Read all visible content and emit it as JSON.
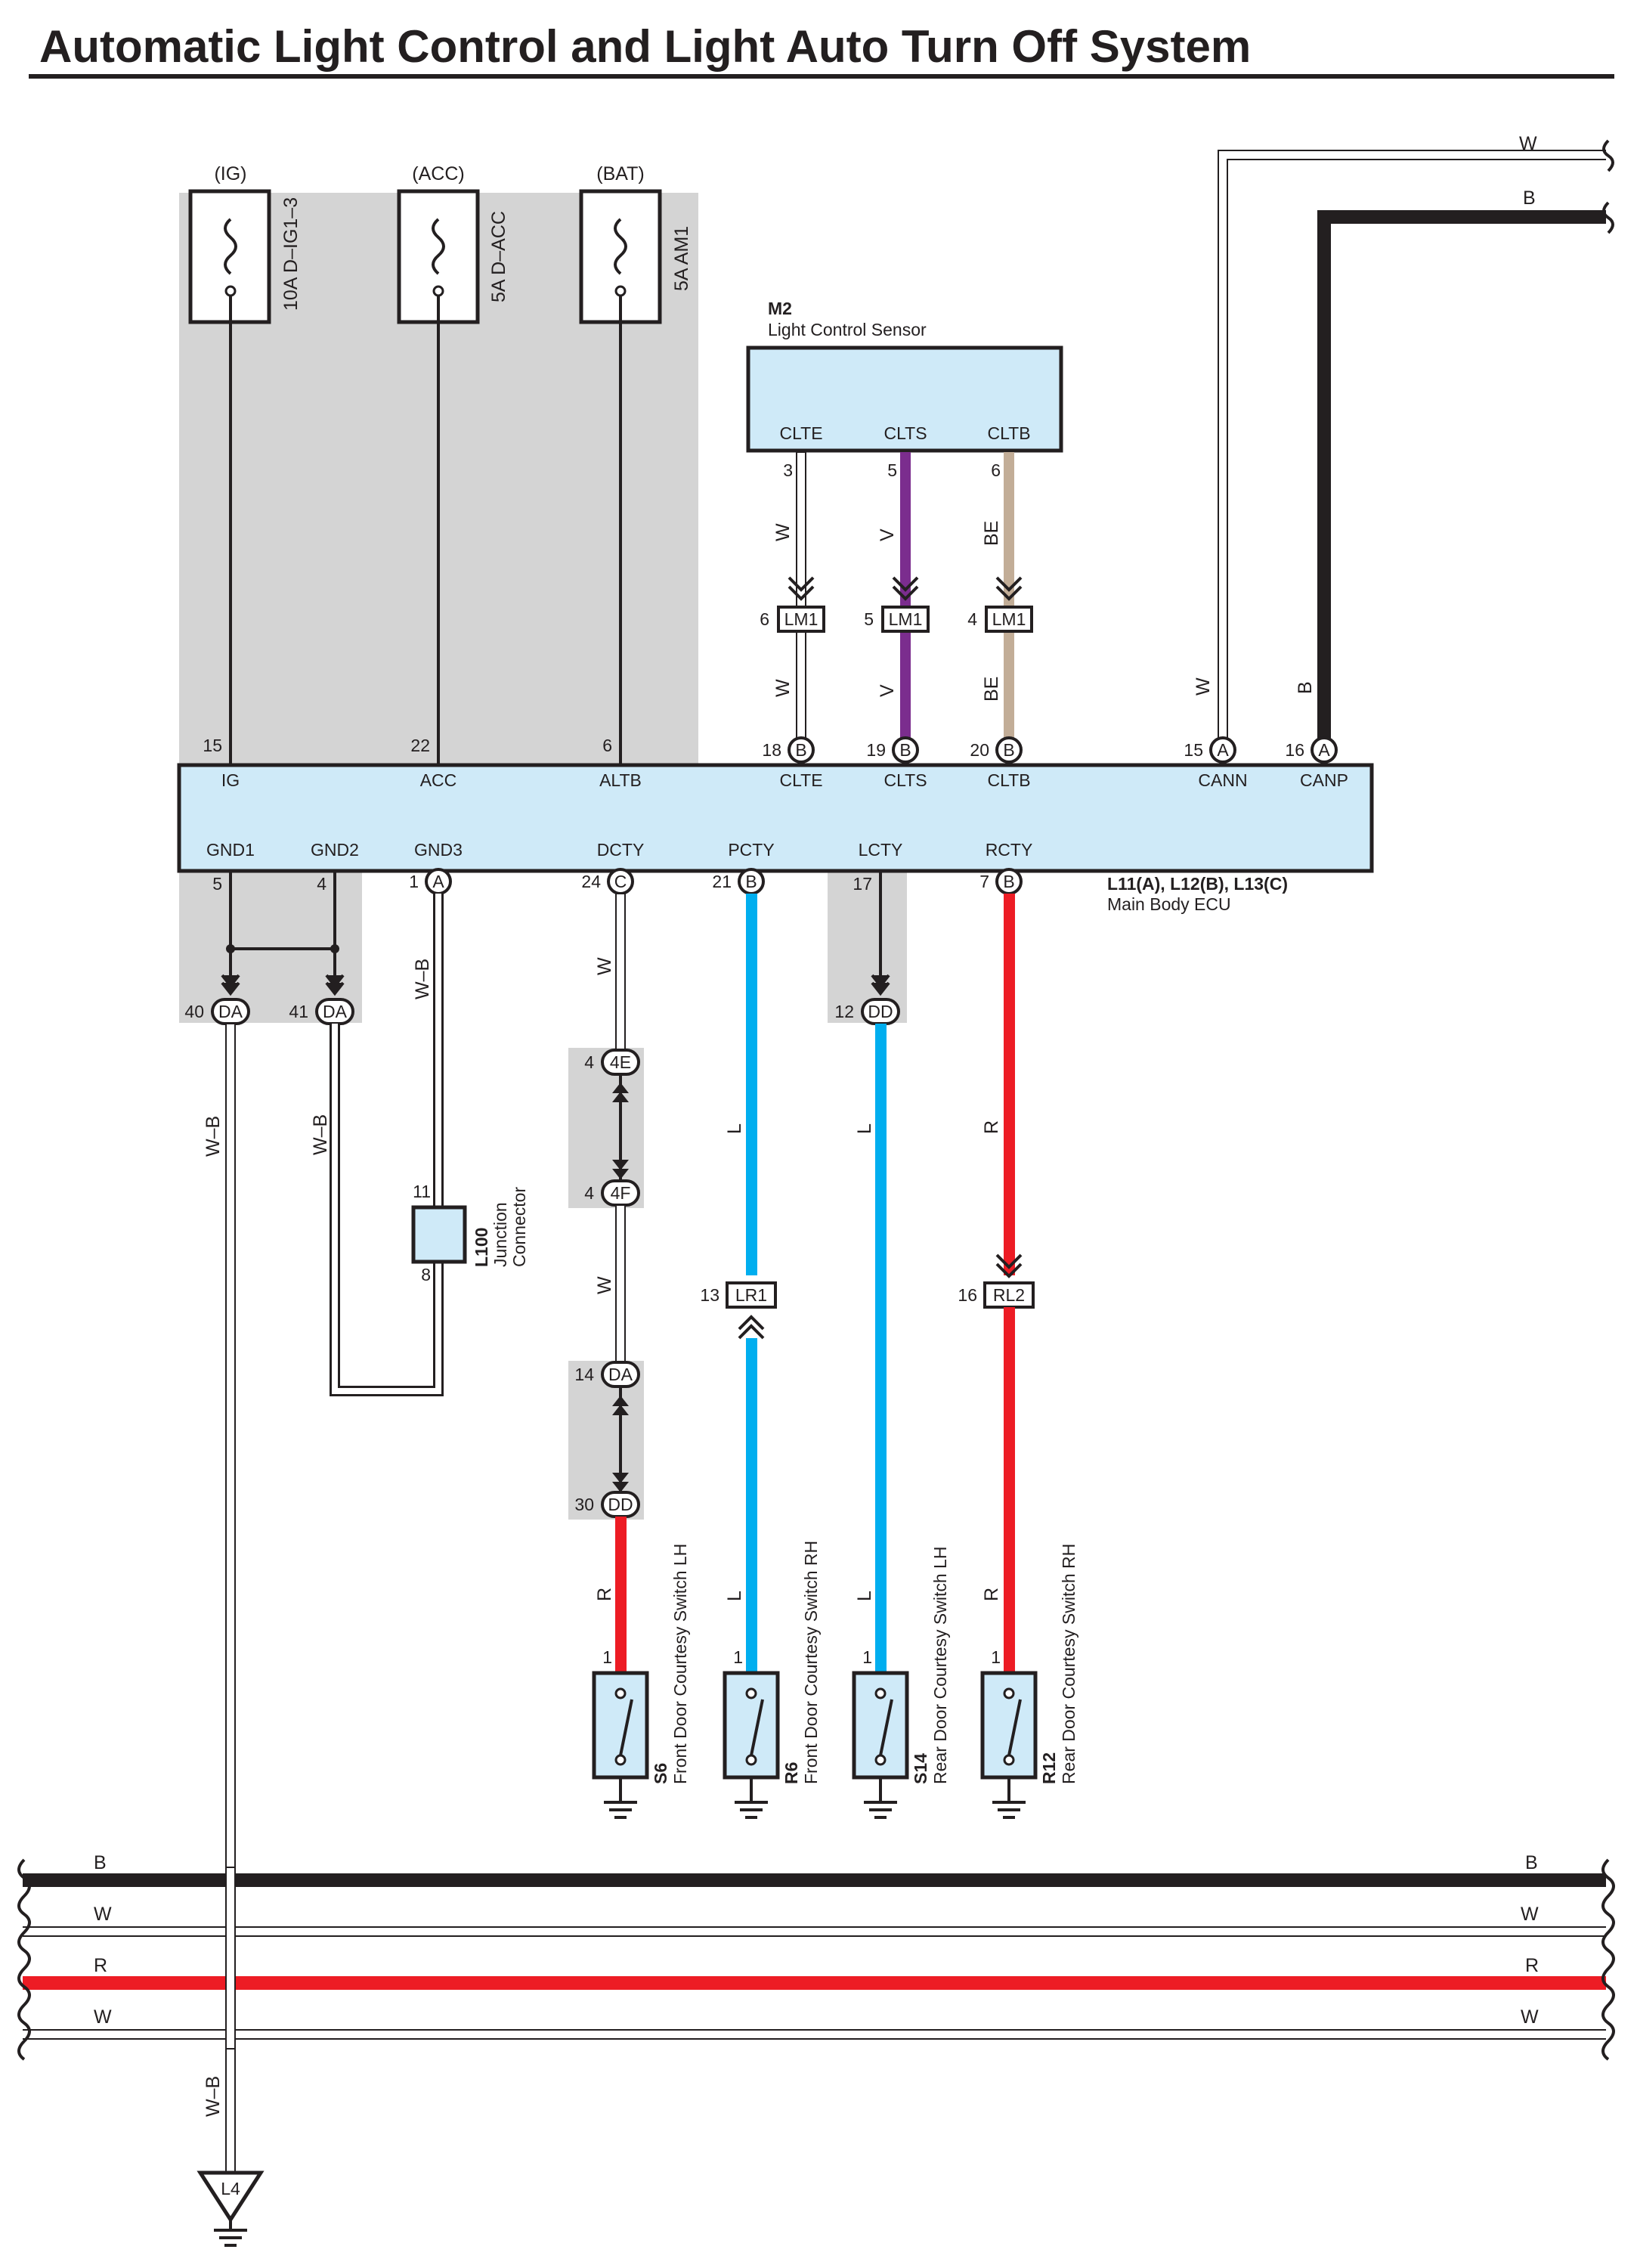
{
  "title": "Automatic Light Control and Light Auto Turn Off System",
  "colors": {
    "wire_white": "#ffffff",
    "wire_black": "#231f20",
    "wire_violet": "#7b2d8e",
    "wire_beige": "#c2ad97",
    "wire_blue": "#00aeef",
    "wire_red": "#ed1c24",
    "connector_fill": "#cfeaf8",
    "shade": "#d4d4d4"
  },
  "fuses": [
    {
      "supply": "(IG)",
      "rating": "10A D–IG1–3"
    },
    {
      "supply": "(ACC)",
      "rating": "5A D–ACC"
    },
    {
      "supply": "(BAT)",
      "rating": "5A AM1"
    }
  ],
  "sensor": {
    "code": "M2",
    "name": "Light Control Sensor",
    "terminals": [
      "CLTE",
      "CLTS",
      "CLTB"
    ],
    "pins": [
      "3",
      "5",
      "6"
    ],
    "wire_colors": [
      "W",
      "V",
      "BE"
    ]
  },
  "lm_connector": {
    "code": "LM1",
    "pins": [
      "6",
      "5",
      "4"
    ]
  },
  "ecu": {
    "code": "L11(A), L12(B), L13(C)",
    "name": "Main Body ECU",
    "top_terminals": [
      {
        "pin": "15",
        "name": "IG",
        "conn": ""
      },
      {
        "pin": "22",
        "name": "ACC",
        "conn": ""
      },
      {
        "pin": "6",
        "name": "ALTB",
        "conn": ""
      },
      {
        "pin": "18",
        "name": "CLTE",
        "conn": "B"
      },
      {
        "pin": "19",
        "name": "CLTS",
        "conn": "B"
      },
      {
        "pin": "20",
        "name": "CLTB",
        "conn": "B"
      },
      {
        "pin": "15",
        "name": "CANN",
        "conn": "A"
      },
      {
        "pin": "16",
        "name": "CANP",
        "conn": "A"
      }
    ],
    "bottom_terminals": [
      {
        "pin": "5",
        "name": "GND1",
        "conn": ""
      },
      {
        "pin": "4",
        "name": "GND2",
        "conn": ""
      },
      {
        "pin": "1",
        "name": "GND3",
        "conn": "A"
      },
      {
        "pin": "24",
        "name": "DCTY",
        "conn": "C"
      },
      {
        "pin": "21",
        "name": "PCTY",
        "conn": "B"
      },
      {
        "pin": "17",
        "name": "LCTY",
        "conn": ""
      },
      {
        "pin": "7",
        "name": "RCTY",
        "conn": "B"
      }
    ]
  },
  "can_wires": {
    "cann_color": "W",
    "canp_color": "B",
    "top_w": "W",
    "top_b": "B"
  },
  "ground_joints": [
    {
      "pin": "40",
      "code": "DA"
    },
    {
      "pin": "41",
      "code": "DA"
    }
  ],
  "ground_wires": {
    "gnd1": "W–B",
    "gnd2": "W–B",
    "gnd3": "W–B",
    "lower": "W–B"
  },
  "junction": {
    "code": "L100",
    "name_line1": "Junction",
    "name_line2": "Connector",
    "pin_top": "11",
    "pin_bottom": "8"
  },
  "dcty_path": {
    "wire1": "W",
    "c4e": {
      "pin": "4",
      "code": "4E"
    },
    "c4f": {
      "pin": "4",
      "code": "4F"
    },
    "wire2": "W",
    "cda": {
      "pin": "14",
      "code": "DA"
    },
    "cdd": {
      "pin": "30",
      "code": "DD"
    },
    "wire3": "R"
  },
  "pcty_path": {
    "wire1": "L",
    "conn": {
      "pin": "13",
      "code": "LR1"
    },
    "wire2": "L"
  },
  "lcty_path": {
    "conn": {
      "pin": "12",
      "code": "DD"
    },
    "wire1": "L",
    "wire2": "L"
  },
  "rcty_path": {
    "wire1": "R",
    "conn": {
      "pin": "16",
      "code": "RL2"
    },
    "wire2": "R"
  },
  "switches": [
    {
      "code": "S6",
      "name": "Front Door Courtesy Switch LH",
      "pin": "1"
    },
    {
      "code": "R6",
      "name": "Front Door Courtesy Switch RH",
      "pin": "1"
    },
    {
      "code": "S14",
      "name": "Rear Door Courtesy Switch LH",
      "pin": "1"
    },
    {
      "code": "R12",
      "name": "Rear Door Courtesy Switch RH",
      "pin": "1"
    }
  ],
  "bus": [
    {
      "color": "B",
      "left": "B",
      "right": "B"
    },
    {
      "color": "W",
      "left": "W",
      "right": "W"
    },
    {
      "color": "R",
      "left": "R",
      "right": "R"
    },
    {
      "color": "W",
      "left": "W",
      "right": "W"
    }
  ],
  "ground_point": {
    "code": "L4"
  }
}
